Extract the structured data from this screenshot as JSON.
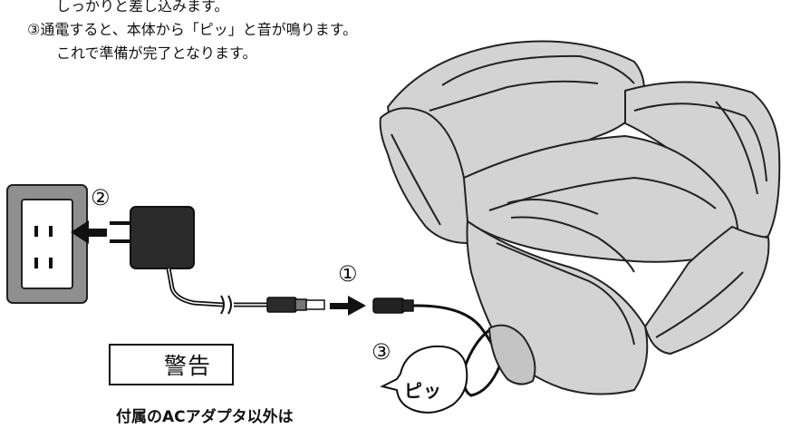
{
  "instructions": {
    "line1": "しっかりと差し込みます。",
    "line2": "③通電すると、本体から「ピッ」と音が鳴ります。",
    "line3": "これで準備が完了となります。"
  },
  "labels": {
    "step1": "①",
    "step2": "②",
    "step3": "③",
    "sound": "ピッ"
  },
  "warning": {
    "title": "警告",
    "note": "付属のACアダプタ以外は"
  },
  "icons": [
    "warning-triangle-icon",
    "arrow-left-icon",
    "arrow-right-icon"
  ]
}
